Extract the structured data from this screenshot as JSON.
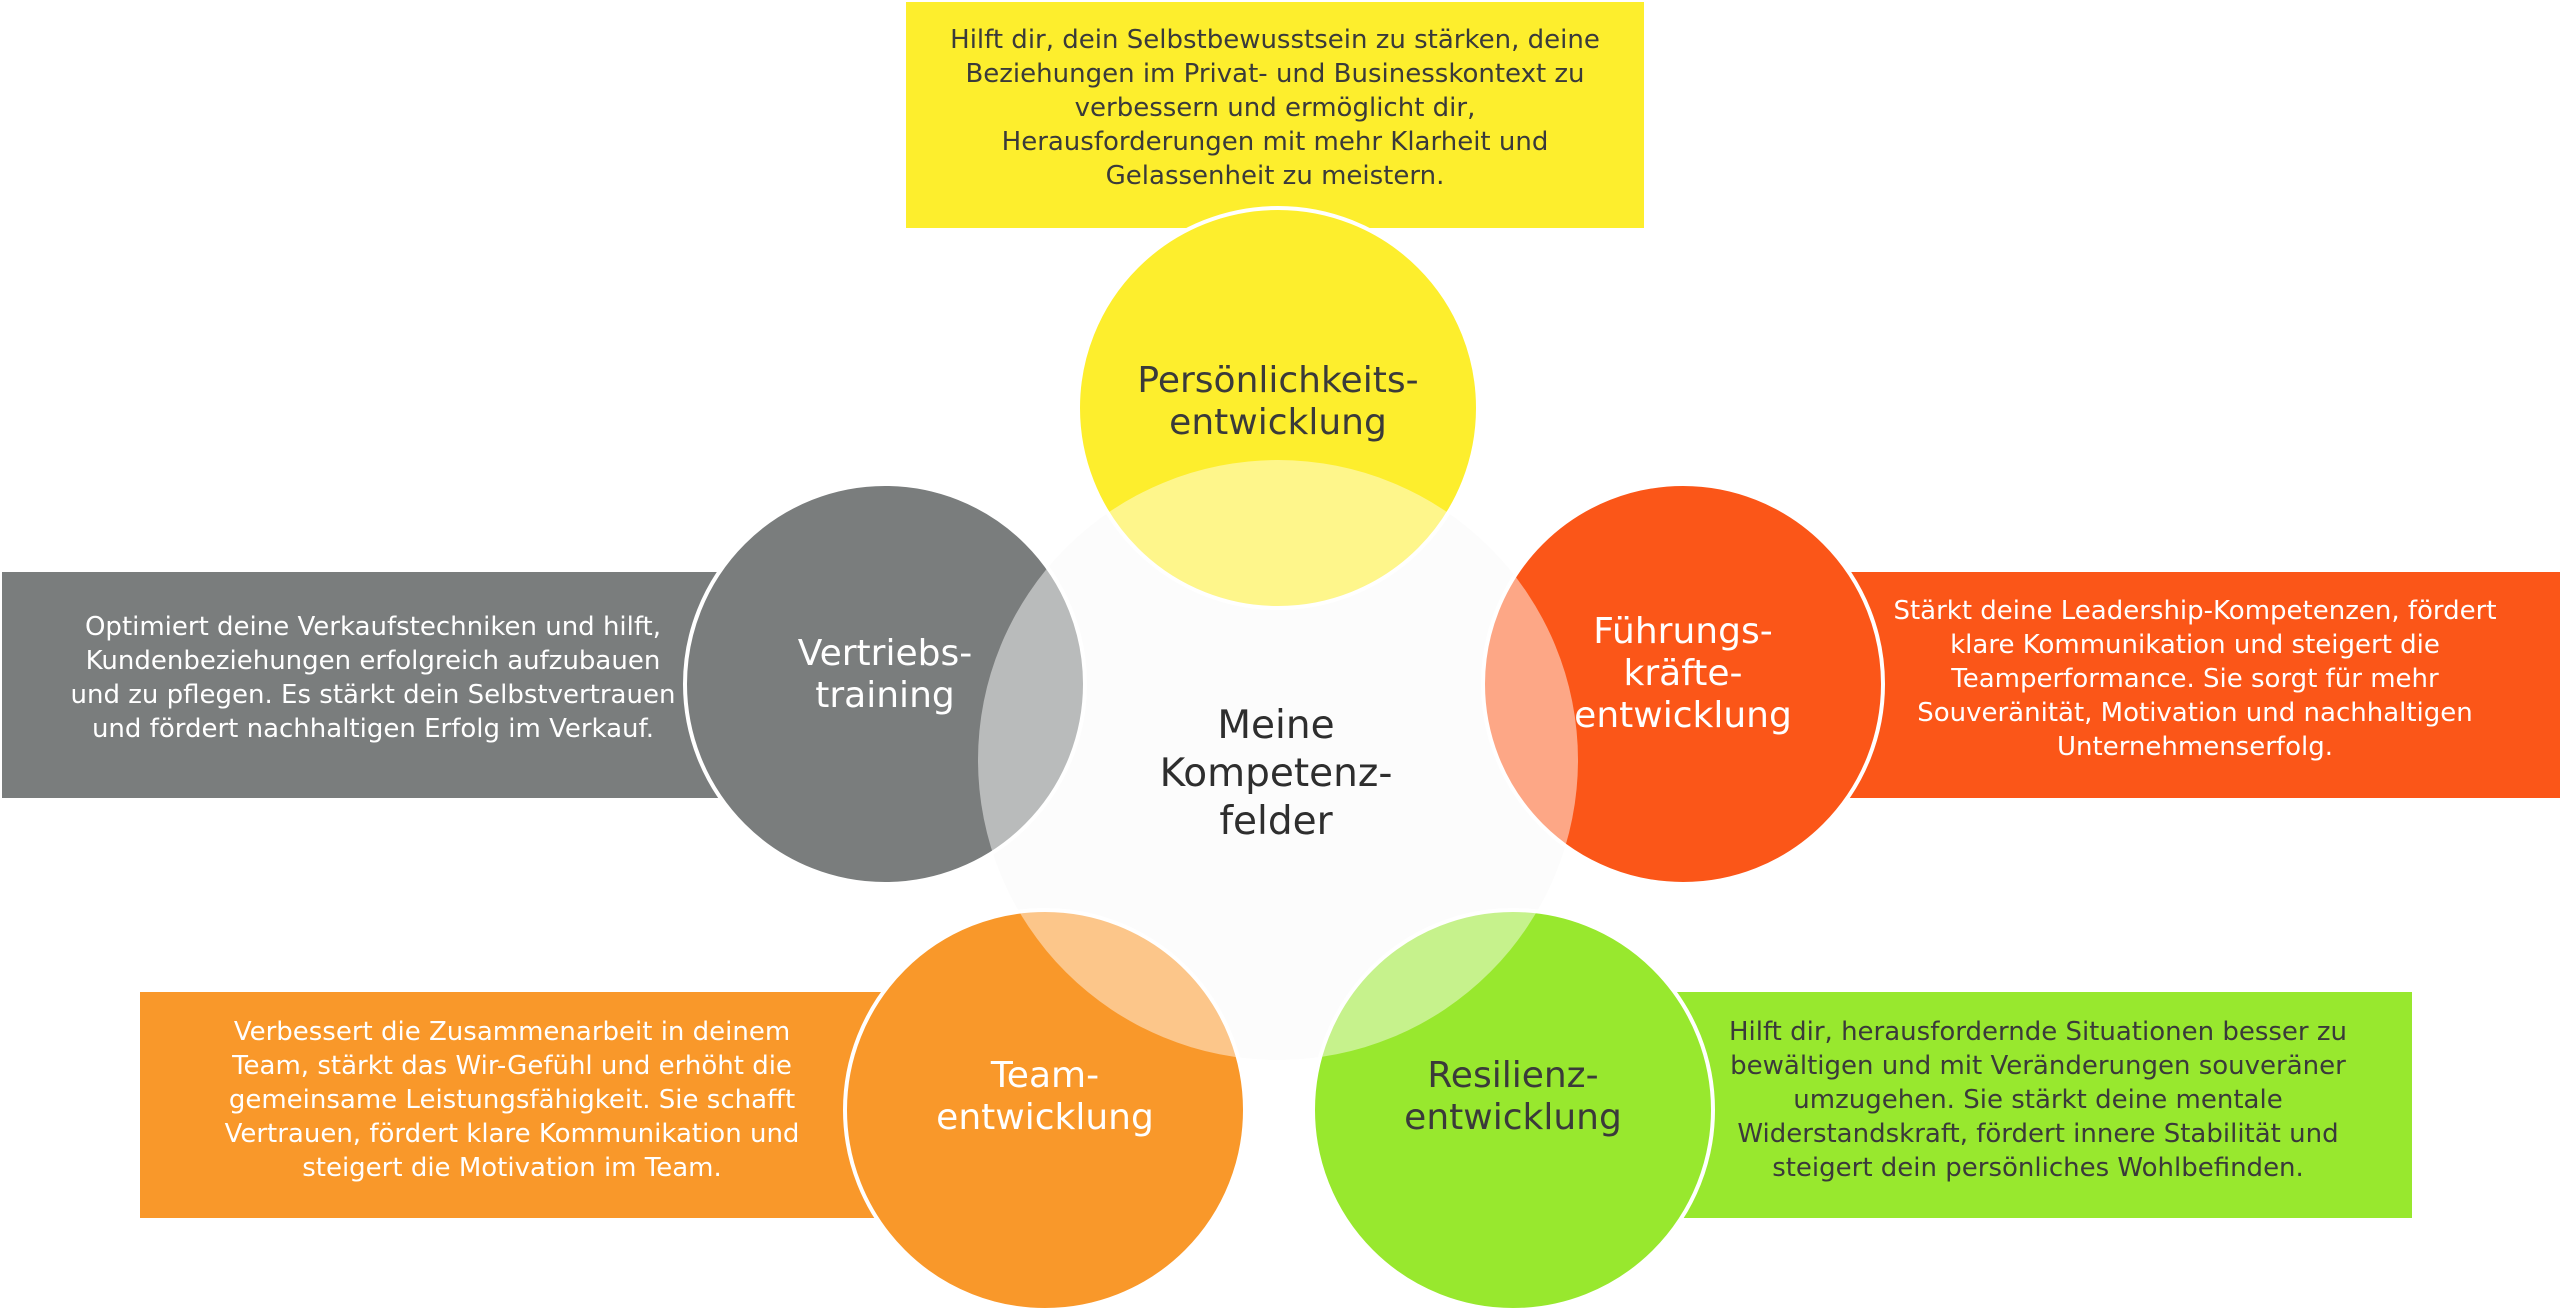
{
  "center": {
    "lines": [
      "Meine",
      "Kompetenz-",
      "felder"
    ]
  },
  "colors": {
    "persoenlichkeit": "#fdee2d",
    "fuehrung": "#fb5618",
    "resilienz": "#98e82e",
    "team": "#f9982a",
    "vertrieb": "#7a7d7d",
    "center": "#fcfcfc"
  },
  "fields": [
    {
      "id": "persoenlichkeit",
      "title": [
        "Persönlichkeits-",
        "entwicklung"
      ],
      "description": [
        "Hilft dir, dein Selbstbewusstsein zu stärken, deine",
        "Beziehungen im Privat- und Businesskontext zu",
        "verbessern und ermöglicht dir,",
        "Herausforderungen mit mehr Klarheit und",
        "Gelassenheit zu meistern."
      ]
    },
    {
      "id": "fuehrung",
      "title": [
        "Führungs-",
        "kräfte-",
        "entwicklung"
      ],
      "description": [
        "Stärkt deine Leadership-Kompetenzen, fördert",
        "klare Kommunikation und steigert die",
        "Teamperformance. Sie sorgt für mehr",
        "Souveränität, Motivation und nachhaltigen",
        "Unternehmenserfolg."
      ]
    },
    {
      "id": "resilienz",
      "title": [
        "Resilienz-",
        "entwicklung"
      ],
      "description": [
        "Hilft dir, herausfordernde Situationen besser zu",
        "bewältigen und mit Veränderungen souveräner",
        "umzugehen. Sie stärkt deine mentale",
        "Widerstandskraft, fördert innere Stabilität und",
        "steigert dein persönliches Wohlbefinden."
      ]
    },
    {
      "id": "team",
      "title": [
        "Team-",
        "entwicklung"
      ],
      "description": [
        "Verbessert die Zusammenarbeit in deinem",
        "Team, stärkt das Wir-Gefühl und erhöht die",
        "gemeinsame Leistungsfähigkeit. Sie schafft",
        "Vertrauen, fördert klare Kommunikation und",
        "steigert die Motivation im Team."
      ]
    },
    {
      "id": "vertrieb",
      "title": [
        "Vertriebs-",
        "training"
      ],
      "description": [
        "Optimiert deine Verkaufstechniken und hilft,",
        "Kundenbeziehungen erfolgreich aufzubauen",
        "und zu pflegen. Es stärkt dein Selbstvertrauen",
        "und fördert nachhaltigen Erfolg im Verkauf."
      ]
    }
  ]
}
